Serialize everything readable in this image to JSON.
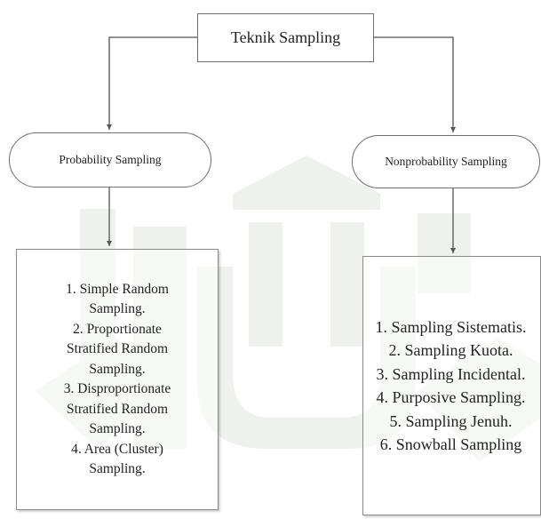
{
  "diagram": {
    "root": {
      "label": "Teknik Sampling"
    },
    "branches": [
      {
        "label": "Probability Sampling",
        "items": [
          "1. Simple Random Sampling.",
          "2. Proportionate Stratified Random Sampling.",
          "3. Disproportionate Stratified Random Sampling.",
          "4. Area (Cluster) Sampling."
        ]
      },
      {
        "label": "Nonprobability Sampling",
        "items": [
          "1. Sampling Sistematis.",
          "2. Sampling Kuota.",
          "3. Sampling Incidental.",
          "4. Purposive Sampling.",
          "5. Sampling Jenuh.",
          "6. Snowball Sampling"
        ]
      }
    ]
  },
  "colors": {
    "line": "#555555",
    "border": "#6f6f6f",
    "text": "#222222",
    "watermark": "#eef1ee"
  }
}
